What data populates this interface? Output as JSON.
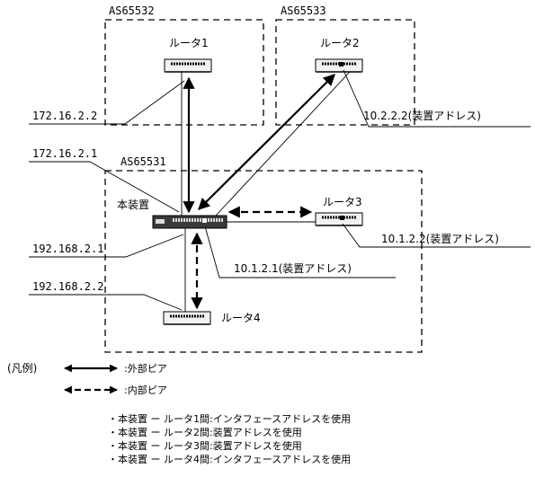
{
  "as_areas": {
    "as1": "AS65532",
    "as2": "AS65533",
    "as3": "AS65531"
  },
  "nodes": {
    "router1": "ルータ1",
    "router2": "ルータ2",
    "router3": "ルータ3",
    "router4": "ルータ4",
    "self": "本装置"
  },
  "addresses": {
    "r1_if": "172.16.2.2",
    "self_if_r1": "172.16.2.1",
    "r2_dev": "10.2.2.2(装置アドレス)",
    "r3_dev": "10.1.2.2(装置アドレス)",
    "self_dev": "10.1.2.1(装置アドレス)",
    "self_if_r4": "192.168.2.1",
    "r4_if": "192.168.2.2"
  },
  "legend": {
    "title": "(凡例)",
    "external": ":外部ピア",
    "internal": ":内部ピア"
  },
  "notes": [
    "・本装置 ー ルータ1間:インタフェースアドレスを使用",
    "・本装置 ー ルータ2間:装置アドレスを使用",
    "・本装置 ー ルータ3間:装置アドレスを使用",
    "・本装置 ー ルータ4間:インタフェースアドレスを使用"
  ],
  "colors": {
    "line": "#000000",
    "device_fill": "#f2f2f2",
    "self_fill": "#3a3a3a"
  }
}
